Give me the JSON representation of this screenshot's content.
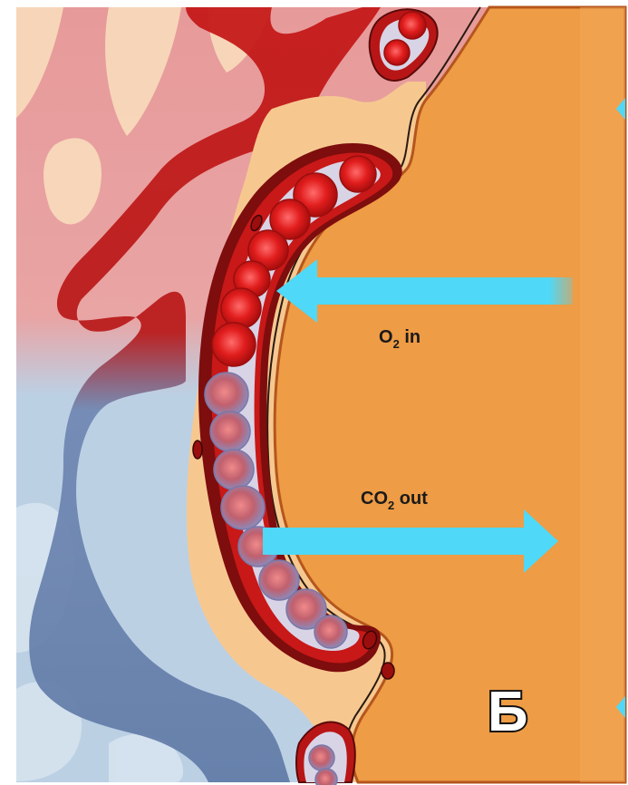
{
  "labels": {
    "o2": {
      "main": "O",
      "sub": "2",
      "suffix": " in"
    },
    "co2": {
      "main": "CO",
      "sub": "2",
      "suffix": " out"
    },
    "panel": "Б"
  },
  "colors": {
    "alveolus": "#ee9c45",
    "tissue_light": "#f6c890",
    "arterial": "#d01b1b",
    "arterial_light": "#e79a9a",
    "venous": "#7d9dc2",
    "venous_light": "#bcd0e4",
    "arrow": "#4fd8f7",
    "membrane": "#b5561c"
  },
  "icons": {
    "o2_arrow": "arrow-left",
    "co2_arrow": "arrow-right"
  }
}
